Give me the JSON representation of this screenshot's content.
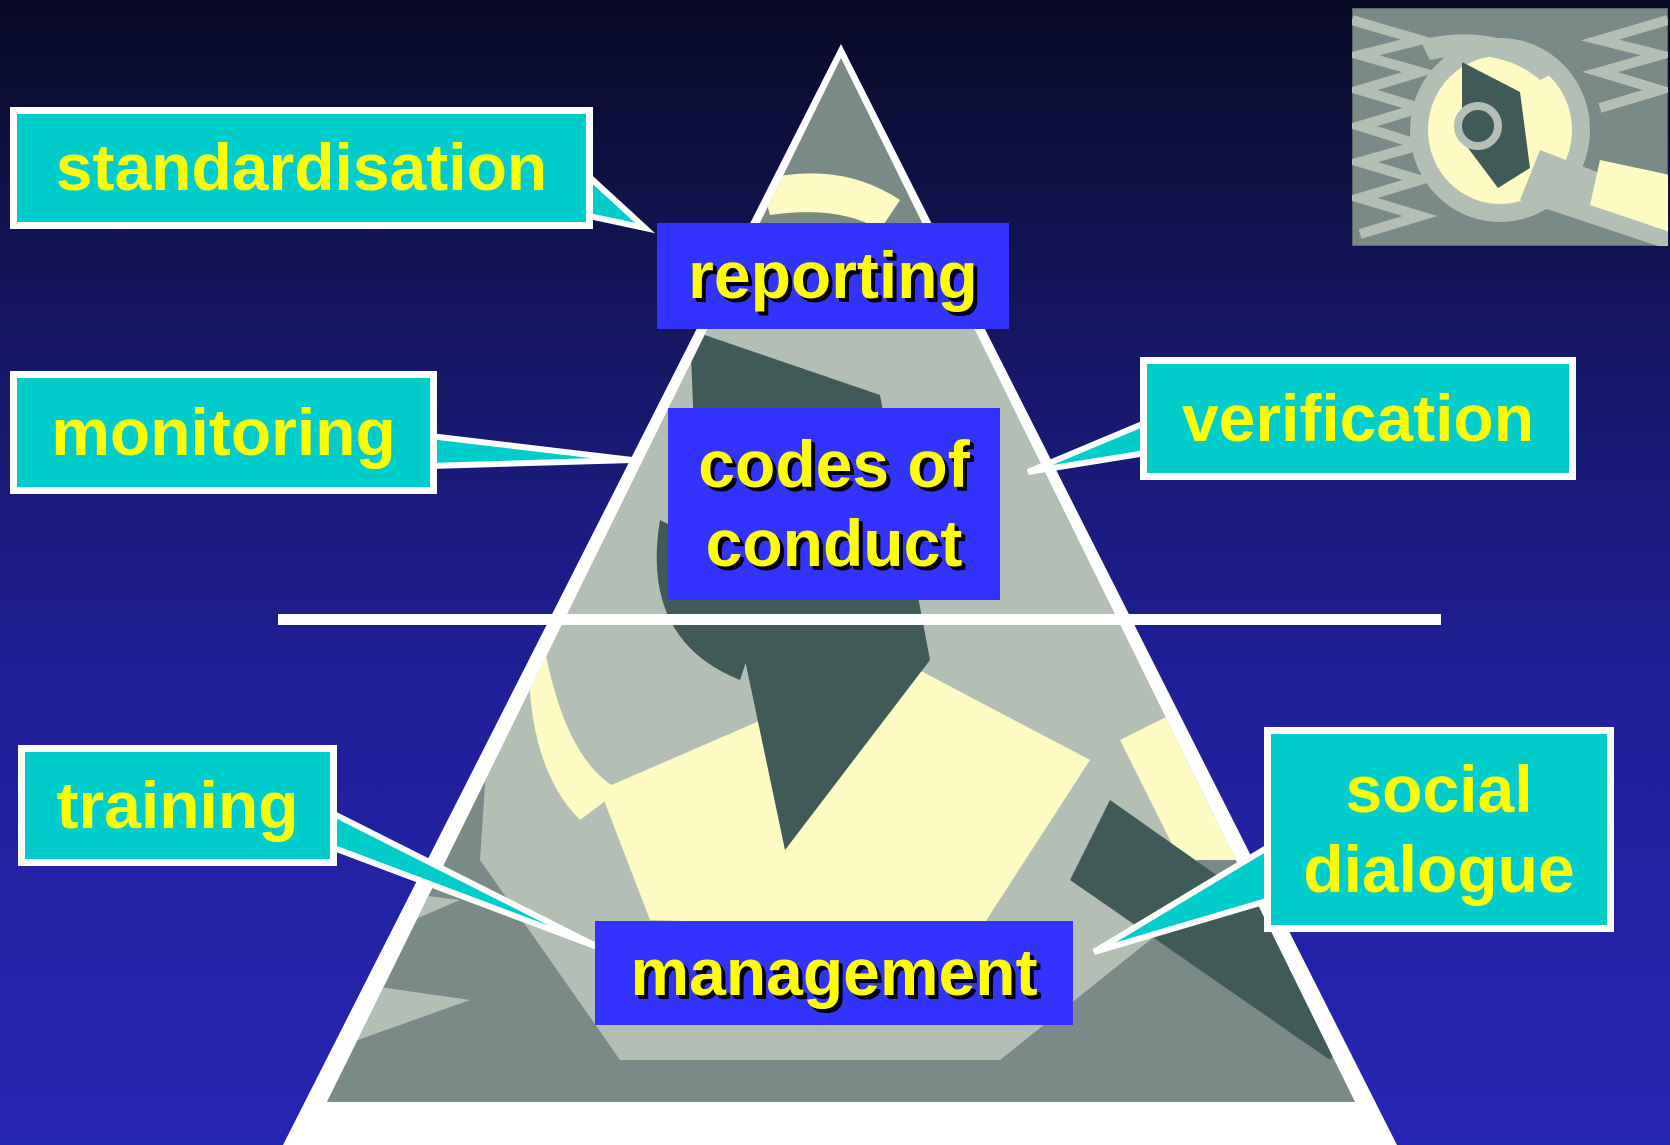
{
  "diagram": {
    "tiers": {
      "top": "reporting",
      "middle": "codes of\nconduct",
      "bottom": "management"
    },
    "callouts": {
      "standardisation": "standardisation",
      "monitoring": "monitoring",
      "verification": "verification",
      "training": "training",
      "social_dialogue": "social\ndialogue"
    }
  },
  "icons": {
    "corner_logo": "wrench-icon",
    "pyramid_artwork": "wrench-artwork"
  },
  "colors": {
    "background_top": "#070a25",
    "background_bottom": "#2626b4",
    "callout_fill": "#00cccc",
    "tier_fill": "#3333ff",
    "text": "#ffff00",
    "outline": "#ffffff"
  }
}
